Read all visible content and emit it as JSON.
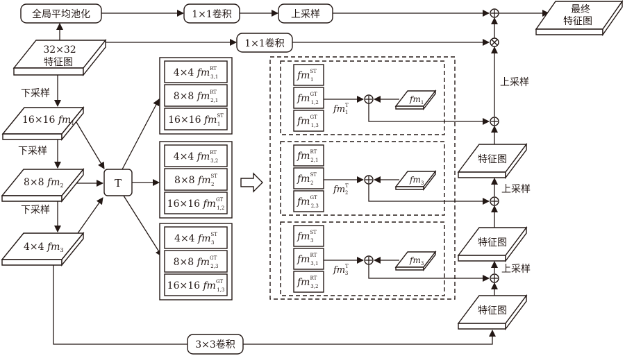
{
  "title": "feature fusion network diagram",
  "top_row": {
    "gap": "全局平均池化",
    "conv1": "1×1卷积",
    "upsample": "上采样",
    "conv1_mid": "1×1卷积",
    "final": [
      "最终",
      "特征图"
    ]
  },
  "input_map": [
    "32×32",
    "特征图"
  ],
  "downsample_label": "下采样",
  "pyramid": [
    {
      "size": "16×16",
      "base": "fm",
      "sub": "1"
    },
    {
      "size": "8×8",
      "base": "fm",
      "sub": "2"
    },
    {
      "size": "4×4",
      "base": "fm",
      "sub": "3"
    }
  ],
  "transform_label": "T",
  "groups": [
    [
      {
        "size": "4×4",
        "sub": "3,1",
        "sup": "RT"
      },
      {
        "size": "8×8",
        "sub": "2,1",
        "sup": "RT"
      },
      {
        "size": "16×16",
        "sub": "1",
        "sup": "ST"
      }
    ],
    [
      {
        "size": "4×4",
        "sub": "3,2",
        "sup": "RT"
      },
      {
        "size": "8×8",
        "sub": "2",
        "sup": "ST"
      },
      {
        "size": "16×16",
        "sub": "1,2",
        "sup": "GT"
      }
    ],
    [
      {
        "size": "4×4",
        "sub": "3",
        "sup": "ST"
      },
      {
        "size": "8×8",
        "sub": "2,3",
        "sup": "GT"
      },
      {
        "size": "16×16",
        "sub": "1,3",
        "sup": "GT"
      }
    ]
  ],
  "fusion_blocks": [
    {
      "items": [
        {
          "sub": "1",
          "sup": "ST"
        },
        {
          "sub": "1,2",
          "sup": "GT"
        },
        {
          "sub": "1,3",
          "sup": "GT"
        }
      ],
      "t_sub": "1",
      "t_sup": "T",
      "map_sub": "1"
    },
    {
      "items": [
        {
          "sub": "2,1",
          "sup": "RT"
        },
        {
          "sub": "2",
          "sup": "ST"
        },
        {
          "sub": "2,3",
          "sup": "GT"
        }
      ],
      "t_sub": "2",
      "t_sup": "T",
      "map_sub": "3"
    },
    {
      "items": [
        {
          "sub": "3",
          "sup": "ST"
        },
        {
          "sub": "3,1",
          "sup": "RT"
        },
        {
          "sub": "3,2",
          "sup": "RT"
        }
      ],
      "t_sub": "3",
      "t_sup": "T",
      "map_sub": "3"
    }
  ],
  "fm_base": "fm",
  "right_column": {
    "upsample": "上采样",
    "feature_map": "特征图"
  },
  "conv3": "3×3卷积",
  "symbols": {
    "plus": "⊕",
    "times": "⊗"
  }
}
